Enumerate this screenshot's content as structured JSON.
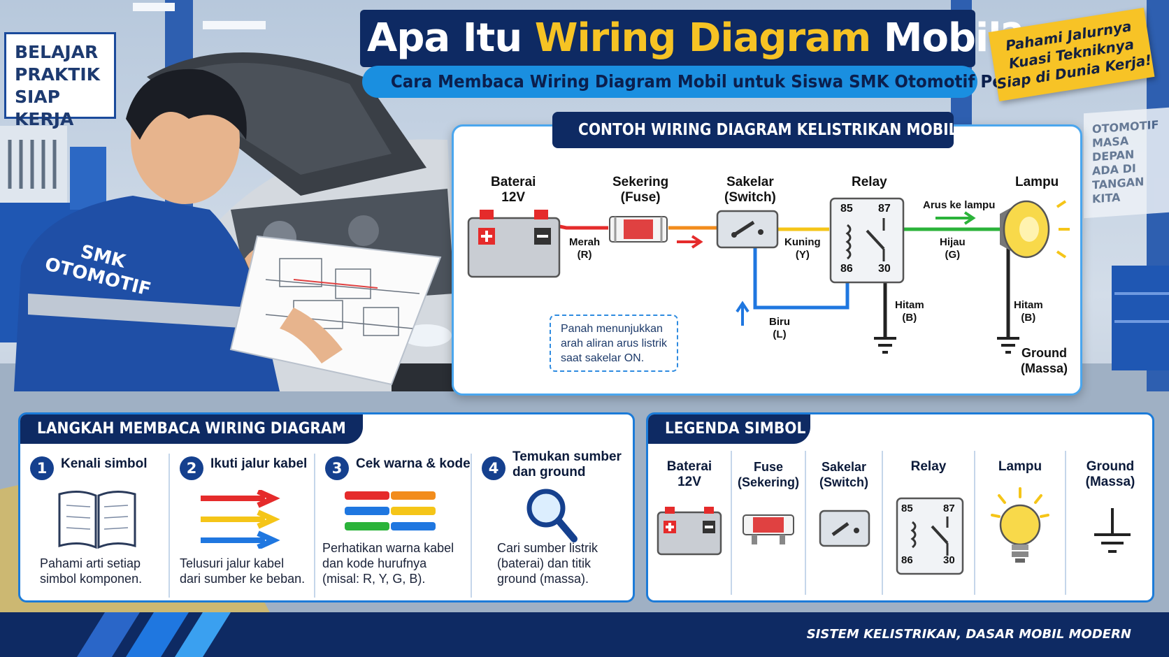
{
  "header": {
    "title_part1": "Apa Itu ",
    "title_highlight": "Wiring Diagram",
    "title_part2": " Mobil?",
    "subtitle": "Cara Membaca Wiring Diagram Mobil untuk Siswa SMK Otomotif Pemula"
  },
  "sticky_note": {
    "line1": "Pahami Jalurnya",
    "line2": "Kuasi Tekniknya",
    "line3": "Siap di Dunia Kerja!"
  },
  "background": {
    "wall_sign": [
      "BELAJAR",
      "PRAKTIK",
      "SIAP KERJA"
    ],
    "wall_sign_right": [
      "OTOMOTIF",
      "MASA DEPAN",
      "ADA DI TANGAN",
      "KITA"
    ],
    "shirt_text": [
      "SMK",
      "OTOMOTIF"
    ]
  },
  "diagram": {
    "heading": "CONTOH WIRING DIAGRAM KELISTRIKAN MOBIL",
    "components": {
      "battery": [
        "Baterai",
        "12V"
      ],
      "fuse": [
        "Sekering",
        "(Fuse)"
      ],
      "switch": [
        "Sakelar",
        "(Switch)"
      ],
      "relay": "Relay",
      "lamp": "Lampu"
    },
    "relay_pins": {
      "p85": "85",
      "p87": "87",
      "p86": "86",
      "p30": "30"
    },
    "wires": {
      "red": [
        "Merah",
        "(R)"
      ],
      "yellow": [
        "Kuning",
        "(Y)"
      ],
      "green": [
        "Hijau",
        "(G)"
      ],
      "blue": [
        "Biru",
        "(L)"
      ],
      "black_relay": [
        "Hitam",
        "(B)"
      ],
      "black_lamp": [
        "Hitam",
        "(B)"
      ]
    },
    "flow_label": "Arus ke lampu",
    "ground_label": [
      "Ground",
      "(Massa)"
    ],
    "note": [
      "Panah menunjukkan",
      "arah aliran arus listrik",
      "saat sakelar ON."
    ],
    "colors": {
      "red": "#e52b2b",
      "orange": "#f28c1c",
      "yellow": "#f5c518",
      "green": "#2bb33a",
      "blue": "#1f77e0",
      "black": "#222222"
    }
  },
  "steps": {
    "heading": "LANGKAH MEMBACA WIRING DIAGRAM",
    "items": [
      {
        "num": "1",
        "title": [
          "Kenali simbol"
        ],
        "desc": [
          "Pahami arti setiap",
          "simbol komponen."
        ],
        "icon": "book-icon"
      },
      {
        "num": "2",
        "title": [
          "Ikuti jalur kabel"
        ],
        "desc": [
          "Telusuri jalur kabel",
          "dari sumber ke beban."
        ],
        "icon": "arrows-icon"
      },
      {
        "num": "3",
        "title": [
          "Cek warna & kode"
        ],
        "desc": [
          "Perhatikan warna kabel",
          "dan kode hurufnya",
          "(misal: R, Y, G, B)."
        ],
        "icon": "color-bars-icon"
      },
      {
        "num": "4",
        "title": [
          "Temukan sumber",
          "dan ground"
        ],
        "desc": [
          "Cari sumber listrik",
          "(baterai) dan titik",
          "ground (massa)."
        ],
        "icon": "magnifier-icon"
      }
    ]
  },
  "legend": {
    "heading": "LEGENDA SIMBOL",
    "items": [
      {
        "title": [
          "Baterai",
          "12V"
        ],
        "icon": "battery-icon"
      },
      {
        "title": [
          "Fuse",
          "(Sekering)"
        ],
        "icon": "fuse-icon"
      },
      {
        "title": [
          "Sakelar",
          "(Switch)"
        ],
        "icon": "switch-icon"
      },
      {
        "title": [
          "Relay"
        ],
        "icon": "relay-icon"
      },
      {
        "title": [
          "Lampu"
        ],
        "icon": "lamp-icon"
      },
      {
        "title": [
          "Ground",
          "(Massa)"
        ],
        "icon": "ground-icon"
      }
    ],
    "relay_pins": [
      "85",
      "87",
      "86",
      "30"
    ]
  },
  "footer": {
    "text": "SISTEM KELISTRIKAN, DASAR MOBIL MODERN"
  }
}
